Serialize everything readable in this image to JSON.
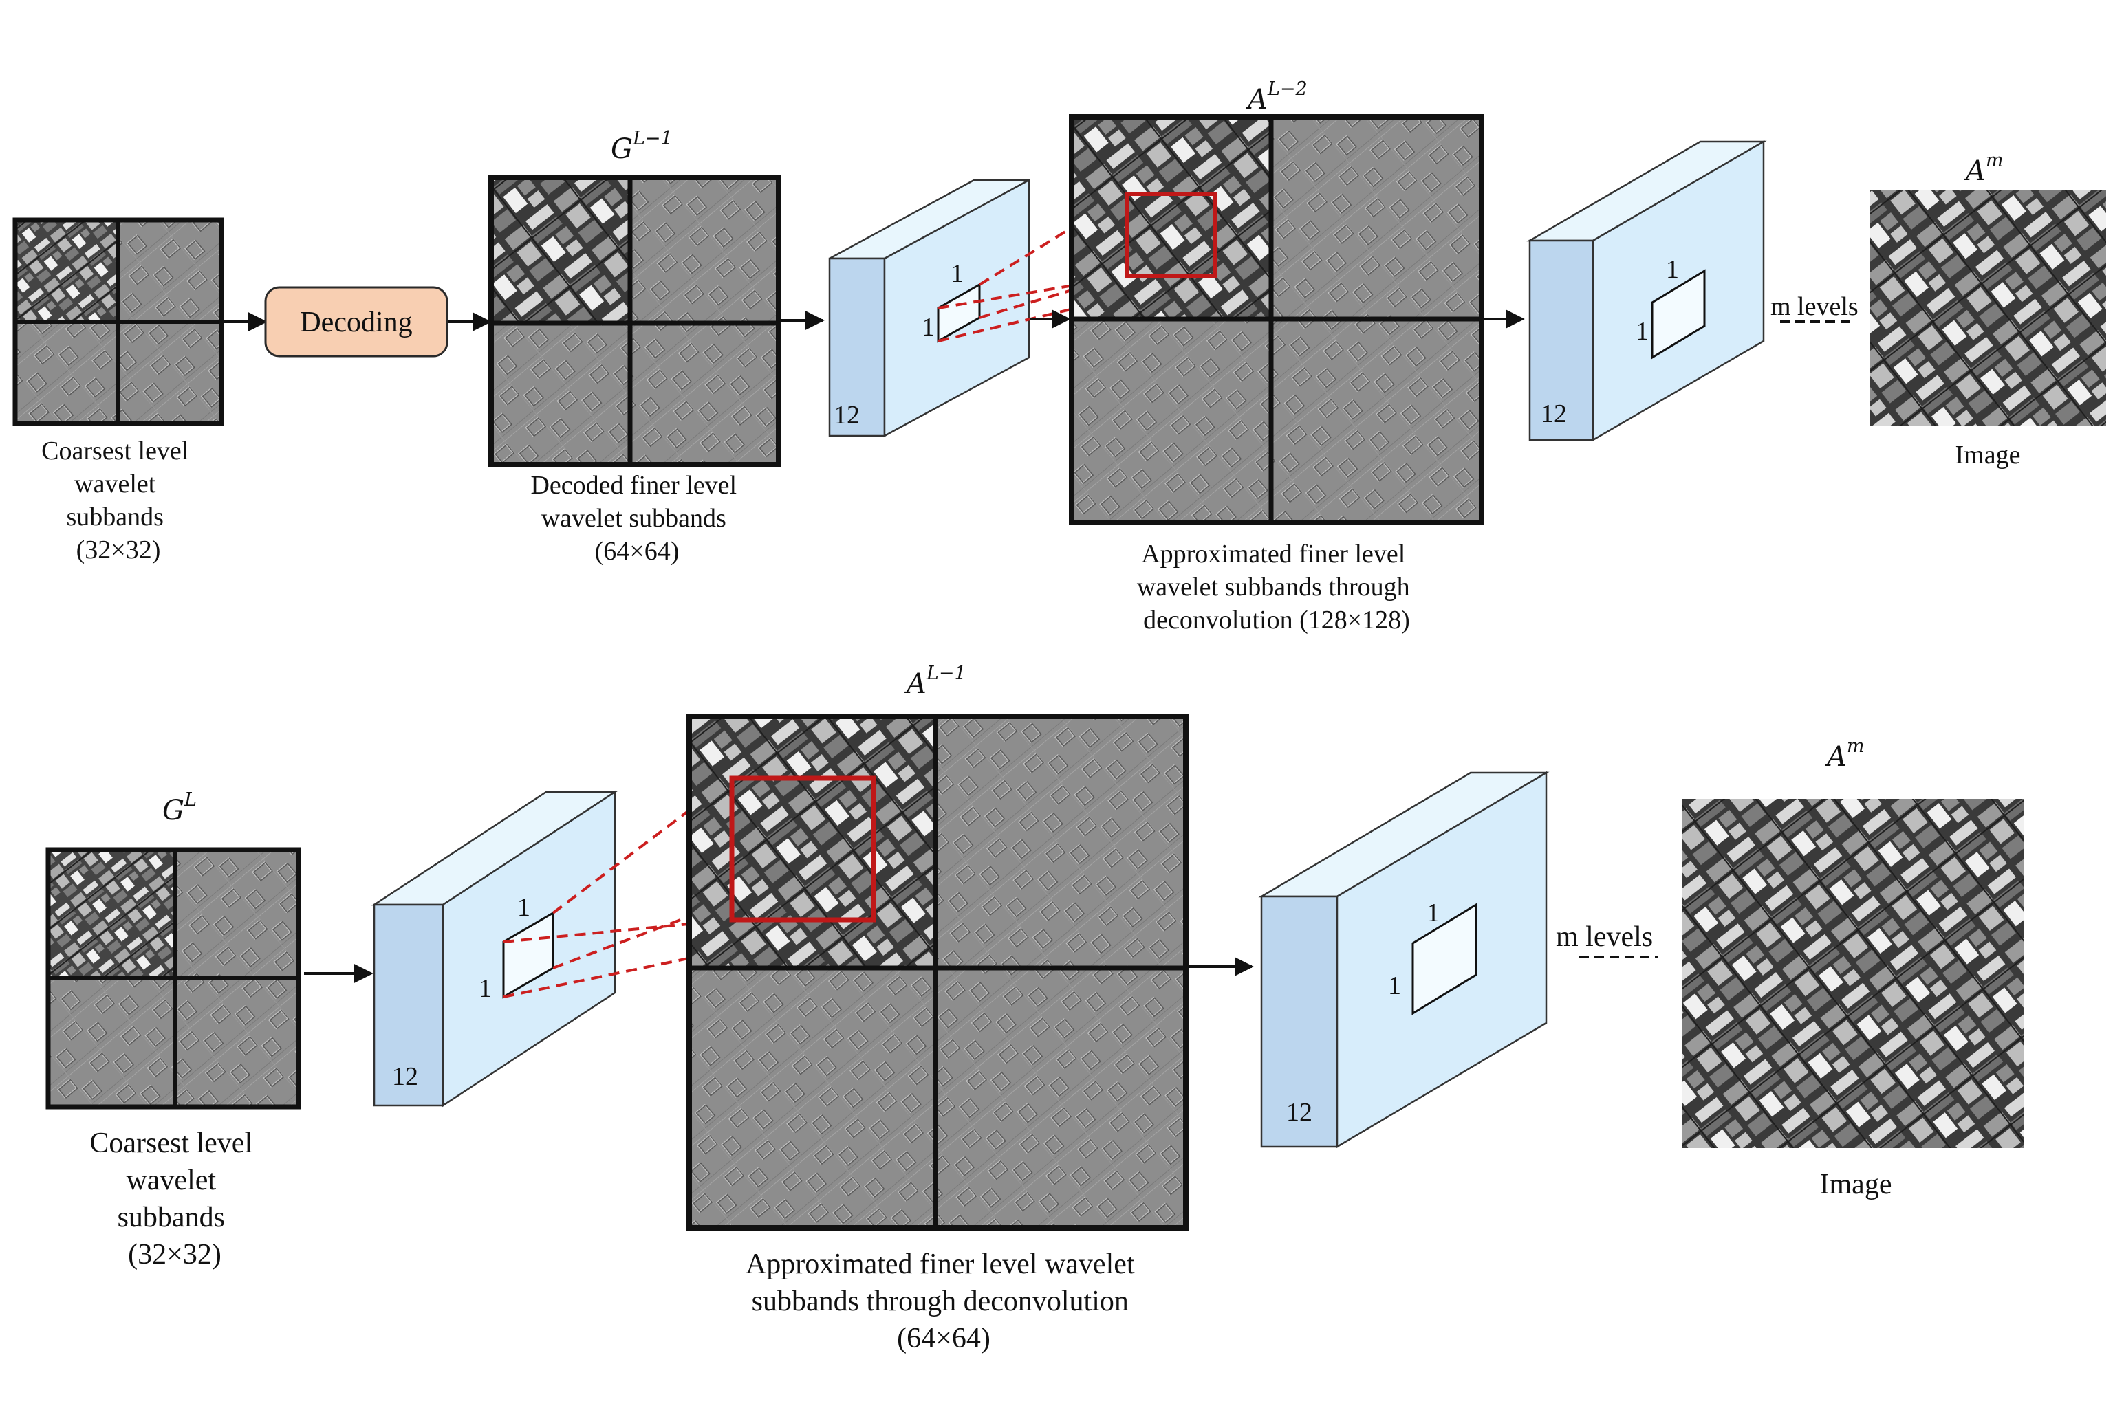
{
  "colors": {
    "arrow": "#111111",
    "dashed_link": "#cc1f1f",
    "highlight_box": "#c01818",
    "decoding_fill": "#f8cfb2",
    "decoding_stroke": "#2a2a2a",
    "block_front": "#d7edfb",
    "block_side": "#bcd6ee",
    "block_top": "#e8f6fd",
    "block_stroke": "#333333",
    "kernel_fill": "#f3fbff"
  },
  "icons": {
    "approx_subband": "aerial-image-icon",
    "detail_subband": "edge-texture-icon",
    "deconv_block": "3d-layer-block-icon"
  },
  "top_row": {
    "coarsest": {
      "label_lines": [
        "Coarsest level",
        "wavelet",
        "subbands",
        "(32×32)"
      ]
    },
    "decoding": {
      "label": "Decoding"
    },
    "decoded": {
      "symbol": "G",
      "superscript": "L−1",
      "label_lines": [
        "Decoded finer level",
        "wavelet subbands",
        "(64×64)"
      ]
    },
    "deconv1": {
      "channels": "12",
      "kernel_h": "1",
      "kernel_w": "1"
    },
    "approx": {
      "symbol": "A",
      "superscript": "L−2",
      "label_lines": [
        "Approximated finer level",
        "wavelet subbands through",
        "deconvolution (128×128)"
      ]
    },
    "deconv2": {
      "channels": "12",
      "kernel_h": "1",
      "kernel_w": "1"
    },
    "levels": {
      "label": "m levels"
    },
    "output": {
      "symbol": "A",
      "superscript": "m",
      "label": "Image"
    }
  },
  "bottom_row": {
    "input": {
      "symbol": "G",
      "superscript": "L",
      "label_lines": [
        "Coarsest level",
        "wavelet",
        "subbands",
        "(32×32)"
      ]
    },
    "deconv1": {
      "channels": "12",
      "kernel_h": "1",
      "kernel_w": "1"
    },
    "approx": {
      "symbol": "A",
      "superscript": "L−1",
      "label_lines": [
        "Approximated finer level wavelet",
        "subbands through deconvolution",
        "(64×64)"
      ]
    },
    "deconv2": {
      "channels": "12",
      "kernel_h": "1",
      "kernel_w": "1"
    },
    "levels": {
      "label": "m levels"
    },
    "output": {
      "symbol": "A",
      "superscript": "m",
      "label": "Image"
    }
  }
}
